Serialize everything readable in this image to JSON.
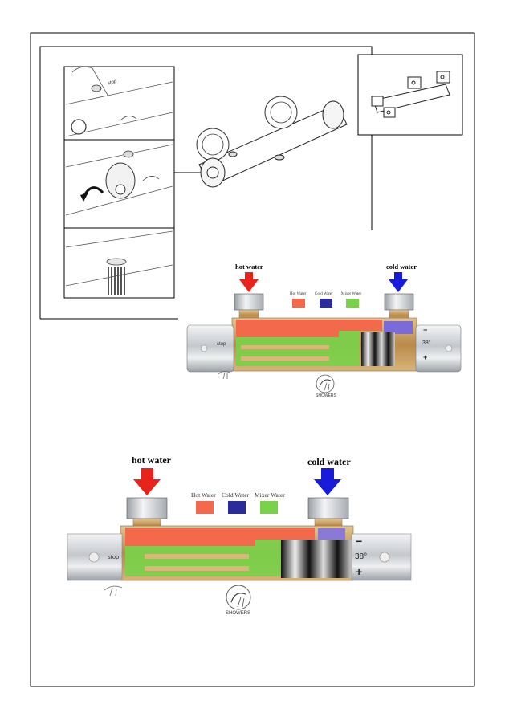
{
  "page": {
    "title": "Thermostatic shower valve installation and water flow diagram"
  },
  "colors": {
    "hot": "#f26a4b",
    "cold": "#2b2b9c",
    "mixed": "#7ad14a",
    "arrow_hot": "#e8231c",
    "arrow_cold": "#1a1adb",
    "brass": "#c8a36a",
    "chrome": "#c9cdd2"
  },
  "small_diagram": {
    "hot_label": "hot water",
    "cold_label": "cold water",
    "legend": [
      {
        "label": "Hot Water",
        "color_key": "hot"
      },
      {
        "label": "Cold Water",
        "color_key": "cold"
      },
      {
        "label": "Mixer Water",
        "color_key": "mixed"
      }
    ],
    "stop_label": "stop",
    "temp_label": "38°",
    "minus_label": "−",
    "plus_label": "+",
    "showers_label": "SHOWERS"
  },
  "large_diagram": {
    "hot_label": "hot water",
    "cold_label": "cold water",
    "legend": [
      {
        "label": "Hot Water",
        "color_key": "hot"
      },
      {
        "label": "Cold Water",
        "color_key": "cold"
      },
      {
        "label": "Mixer Water",
        "color_key": "mixed"
      }
    ],
    "stop_label": "stop",
    "temp_label": "38°",
    "minus_label": "−",
    "plus_label": "+",
    "showers_label": "SHOWERS"
  },
  "install_panels": {
    "knob_stop_label": "stop"
  },
  "icons": [
    "curved-arrow-icon",
    "shower-icon",
    "hand-shower-icon"
  ]
}
